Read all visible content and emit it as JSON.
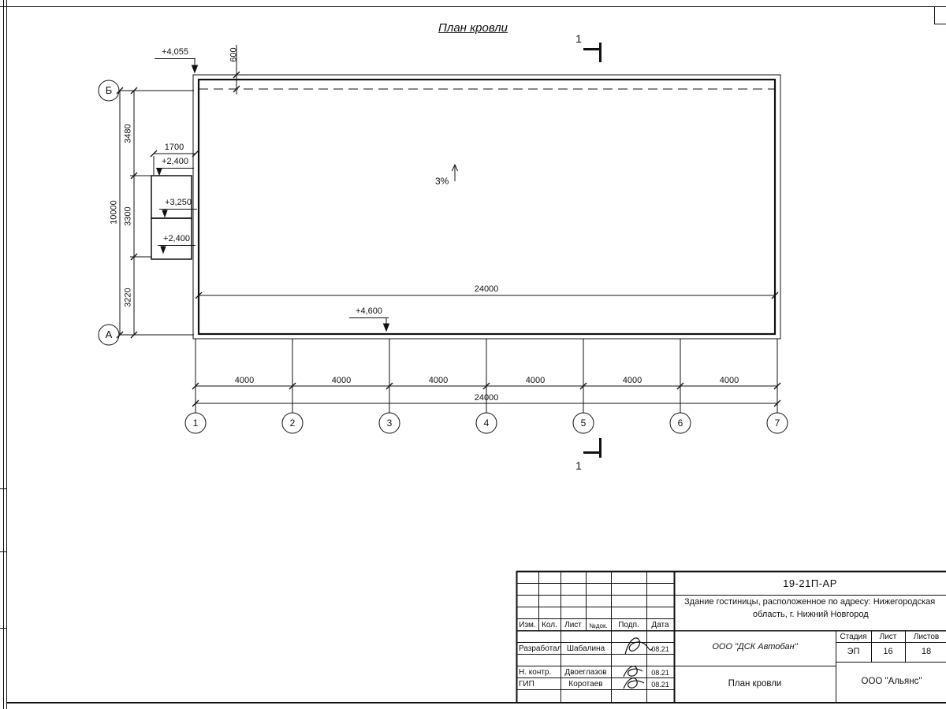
{
  "page": {
    "title": "План кровли"
  },
  "plan": {
    "slope": "3%",
    "section": "1",
    "elevations": {
      "top_left": "+4,055",
      "parapet": "600",
      "hatch_top": "+2,400",
      "hatch_mid": "+3,250",
      "hatch_bottom": "+2,400",
      "bottom": "+4,600"
    },
    "dims": {
      "hatch_offset": "1700",
      "v1": "3480",
      "v2": "3300",
      "v3": "3220",
      "v_total": "10000",
      "width_top": "24000",
      "width_bottom": "24000",
      "bays": [
        "4000",
        "4000",
        "4000",
        "4000",
        "4000",
        "4000"
      ]
    },
    "axes": {
      "rows": [
        "Б",
        "А"
      ],
      "cols": [
        "1",
        "2",
        "3",
        "4",
        "5",
        "6",
        "7"
      ]
    }
  },
  "titleblock": {
    "doc_number": "19-21П-АР",
    "project_line1": "Здание гостиницы, расположенное по адресу: Нижегородская",
    "project_line2": "область, г. Нижний Новгород",
    "headers": {
      "izm": "Изм.",
      "kol": "Кол.",
      "list": "Лист",
      "ndok": "№док.",
      "podp": "Подп.",
      "data": "Дата"
    },
    "rows": [
      {
        "role": "Разработал",
        "name": "Шабалина",
        "date": "08.21"
      },
      {
        "role": "Н. контр.",
        "name": "Двоеглазов",
        "date": "08.21"
      },
      {
        "role": "ГИП",
        "name": "Коротаев",
        "date": "08.21"
      }
    ],
    "contractor": "ООО \"ДСК Автобан\"",
    "stage_label": "Стадия",
    "sheet_label": "Лист",
    "sheets_label": "Листов",
    "stage_value": "ЭП",
    "sheet_value": "16",
    "sheets_value": "18",
    "drawing_title": "План кровли",
    "organization": "ООО \"Альянс\""
  }
}
